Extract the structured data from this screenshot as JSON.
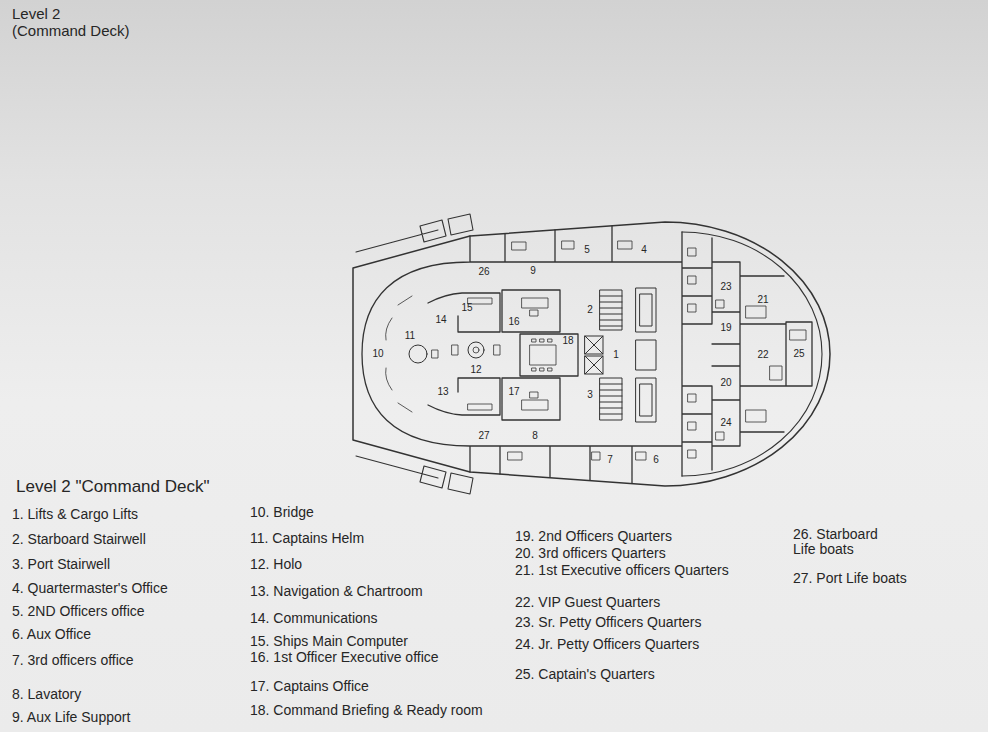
{
  "diagram": {
    "title": "Level 2 (Command Deck)",
    "labels": [
      "Level 2 \"Command Deck\"",
      "1. Lifts & Cargo Lifts",
      "2. Starboard Stairwell",
      "3. Port Stairwell",
      "4. Quartermaster's Office",
      "5. 2ND Officers office",
      "6. Aux Office",
      "7. 3rd officers office",
      "8. Lavatory",
      "9. Aux Life Support",
      "10. Bridge",
      "11. Captains Helm",
      "12. Holo",
      "13. Navigation & Chartroom",
      "14. Communications",
      "15. Ships Main Computer",
      "16. 1st Officer Executive office",
      "17. Captains Office",
      "18. Command Briefing & Ready room",
      "19. 2nd Officers Quarters",
      "20. 3rd officers Quarters",
      "21. 1st Executive officers Quarters",
      "22. VIP Guest Quarters",
      "23. Sr. Petty Officers Quarters",
      "24. Jr. Petty Officers Quarters",
      "25. Captain's Quarters",
      "26. Starboard Life boats",
      "27. Port Life boats",
      "5",
      "4",
      "26",
      "9",
      "23",
      "21",
      "15",
      "2",
      "14",
      "16",
      "19",
      "11",
      "18",
      "10",
      "1",
      "12",
      "22",
      "25",
      "13",
      "17",
      "3",
      "20",
      "24",
      "27",
      "8",
      "7",
      "6"
    ]
  }
}
